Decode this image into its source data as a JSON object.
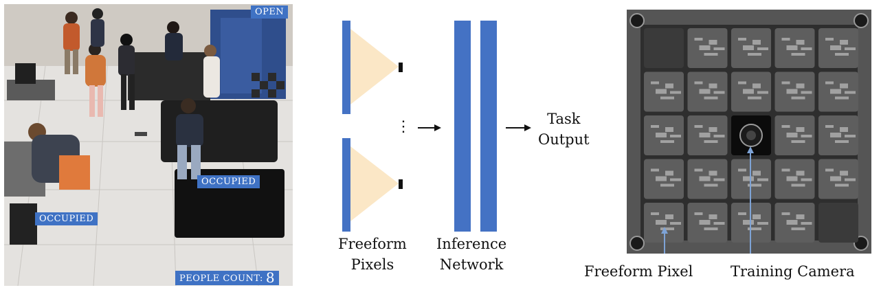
{
  "photo": {
    "status_open": "OPEN",
    "occupied_1": "OCCUPIED",
    "occupied_2": "OCCUPIED",
    "people_count_label": "PEOPLE COUNT:",
    "people_count_value": "8"
  },
  "diagram": {
    "pixels_label_line1": "Freeform",
    "pixels_label_line2": "Pixels",
    "network_label_line1": "Inference",
    "network_label_line2": "Network",
    "output_label_line1": "Task",
    "output_label_line2": "Output",
    "ellipsis": "⋮",
    "bar_color": "#4472c4",
    "cone_color": "#fbe7c6"
  },
  "hardware": {
    "freeform_pixel_label": "Freeform Pixel",
    "training_camera_label": "Training Camera",
    "grid_rows": 5,
    "grid_cols": 5
  }
}
